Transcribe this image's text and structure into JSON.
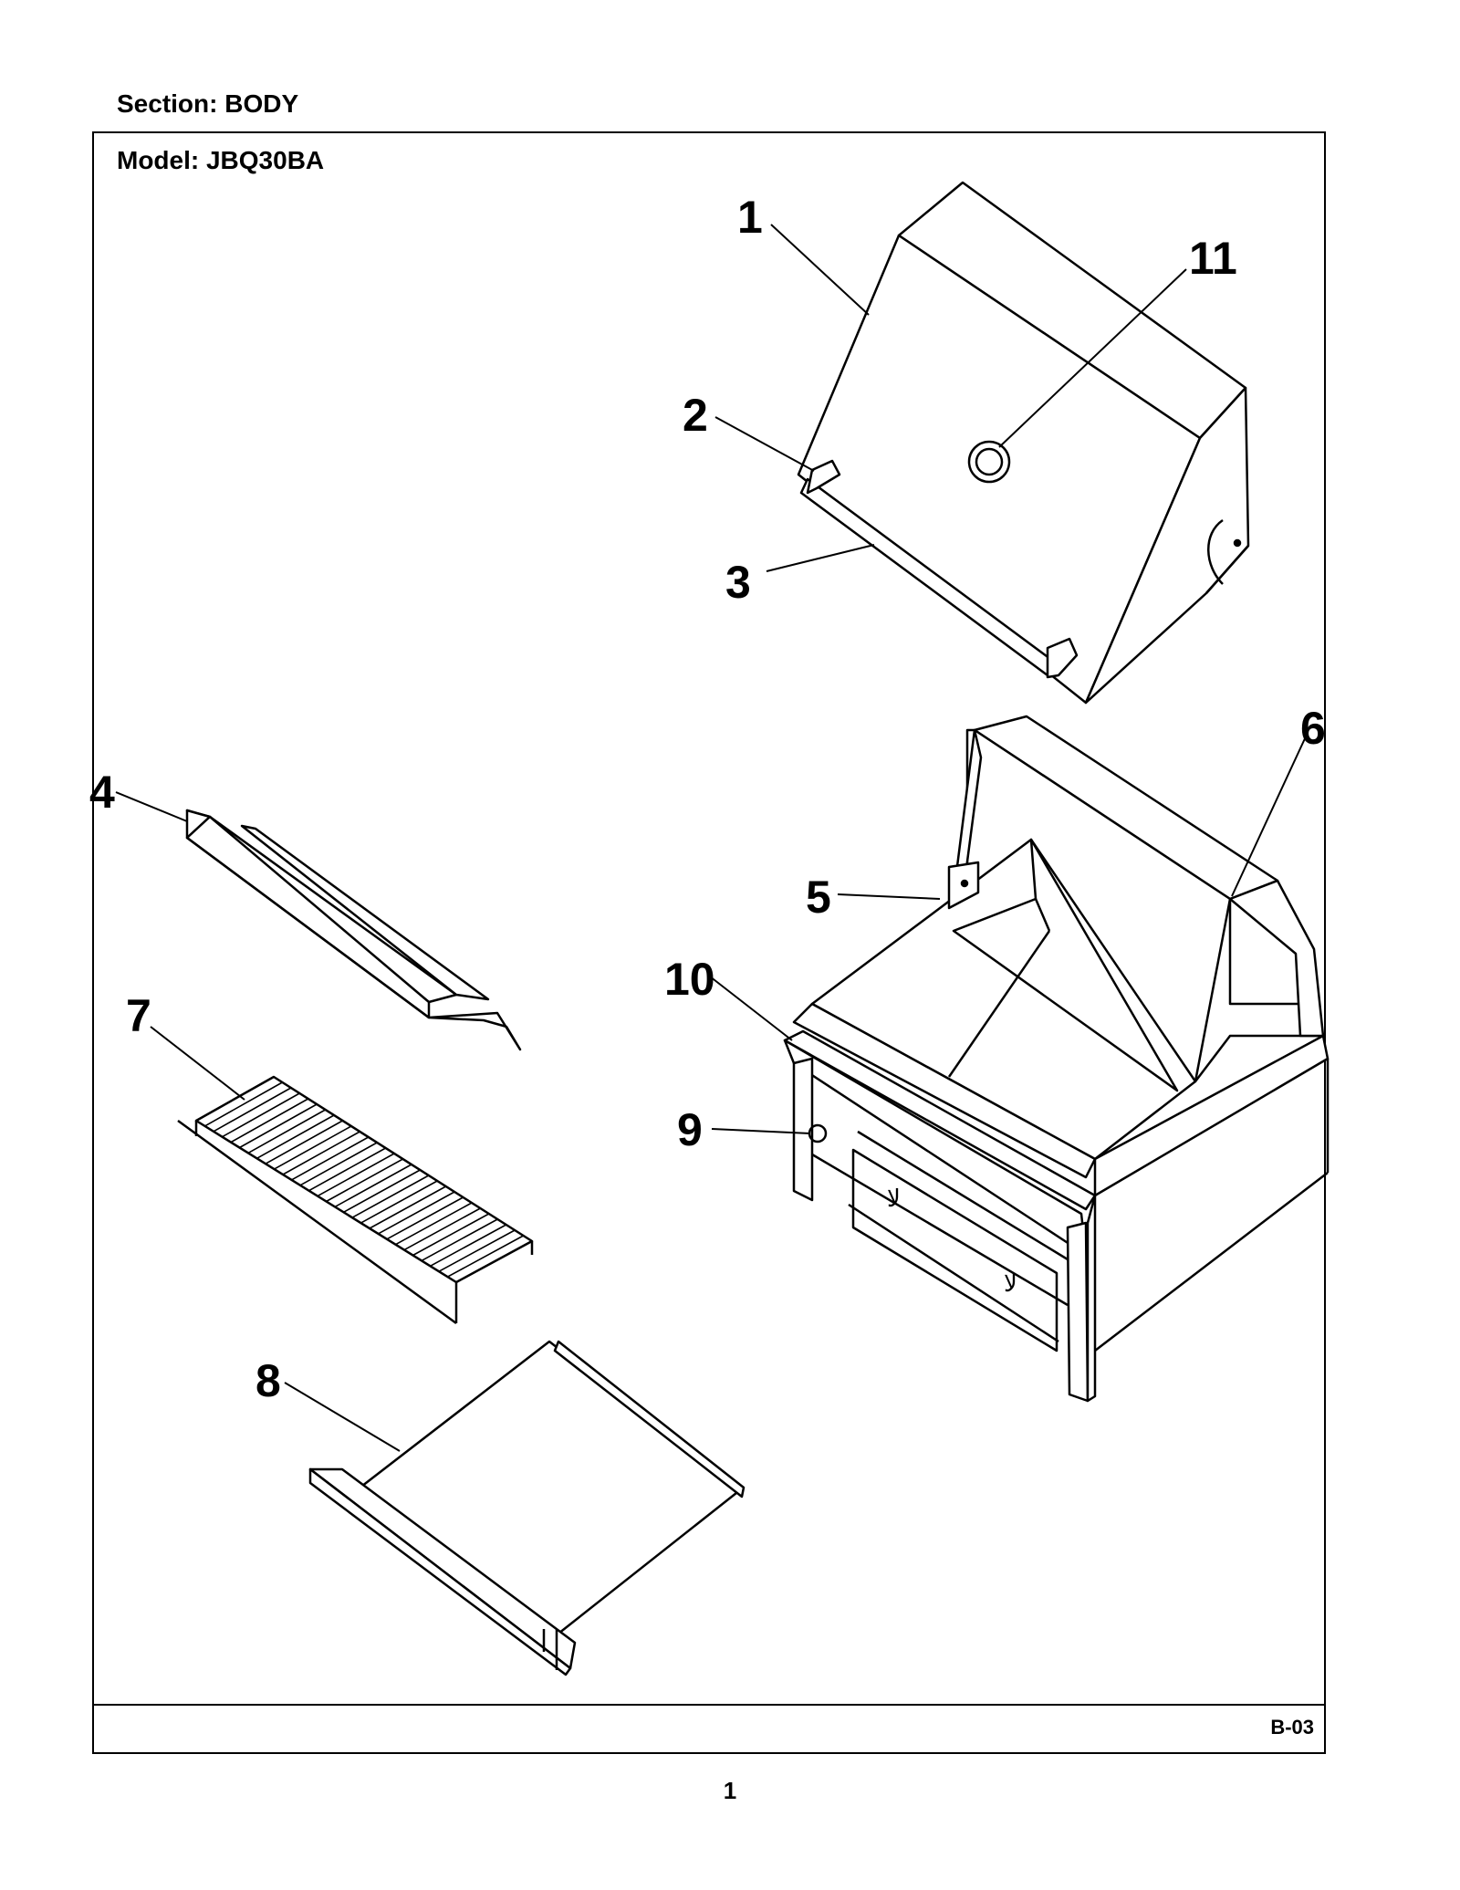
{
  "header": {
    "section_label": "Section:  BODY",
    "model_label": "Model:  JBQ30BA"
  },
  "footer": {
    "page_code": "B-03",
    "page_number": "1"
  },
  "callouts": [
    "1",
    "11",
    "2",
    "3",
    "6",
    "4",
    "5",
    "10",
    "7",
    "9",
    "8"
  ]
}
